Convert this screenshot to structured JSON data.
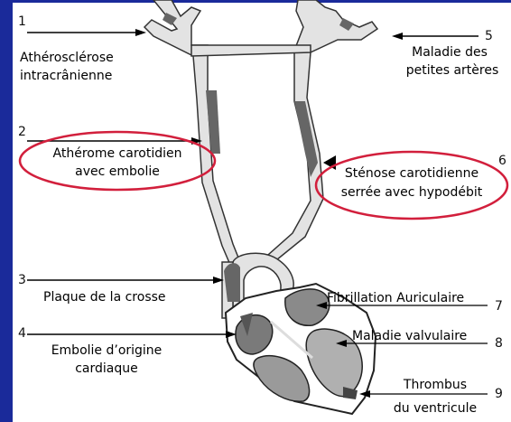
{
  "labels": {
    "n1": "1",
    "l1a": "Athérosclérose",
    "l1b": "intracrânienne",
    "n2": "2",
    "l2a": "Athérome carotidien",
    "l2b": "avec embolie",
    "n3": "3",
    "l3": "Plaque de la crosse",
    "n4": "4",
    "l4a": "Embolie d’origine",
    "l4b": "cardiaque",
    "n5": "5",
    "l5a": "Maladie des",
    "l5b": "petites artères",
    "n6": "6",
    "l6a": "Sténose carotidienne",
    "l6b": "serrée avec hypodébit",
    "n7": "7",
    "l7": "Fibrillation Auriculaire",
    "n8": "8",
    "l8": "Maladie valvulaire",
    "n9": "9",
    "l9a": "Thrombus",
    "l9b": "du ventricule"
  },
  "colors": {
    "background_band": "#1a2a9a",
    "ellipse_highlight": "#d21f3c",
    "vessel_fill": "#e3e3e3",
    "plaque_fill": "#666666"
  }
}
